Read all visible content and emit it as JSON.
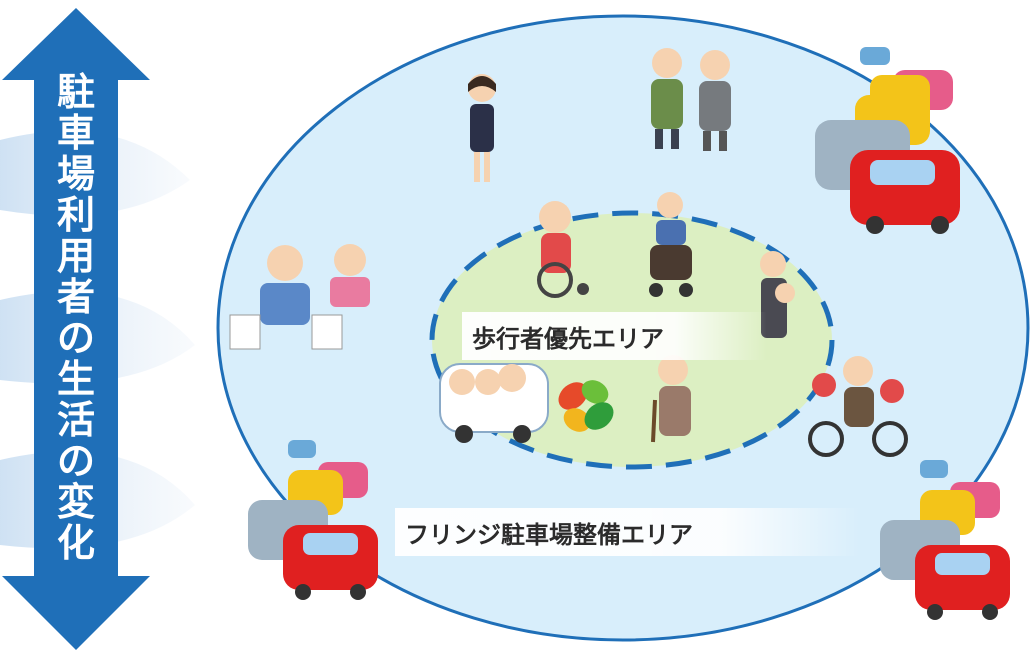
{
  "arrow_label": "駐車場利用者の生活の変化",
  "inner_zone_label": "歩行者優先エリア",
  "outer_zone_label": "フリンジ駐車場整備エリア",
  "colors": {
    "arrow": "#1f6fb8",
    "outer_zone_fill": "#d8eefb",
    "outer_zone_stroke": "#1f6fb8",
    "inner_zone_fill": "#dcefc2",
    "inner_zone_stroke": "#1f6fb8"
  },
  "icons": [
    "car-queue-icon",
    "walking-woman-icon",
    "walking-couple-icon",
    "shopper-icon",
    "wheelchair-user-icon",
    "stroller-parent-icon",
    "parent-with-baby-icon",
    "elderly-bus-icon",
    "elderly-woman-cane-icon",
    "recycle-leaf-logo-icon",
    "bicycle-family-icon"
  ]
}
